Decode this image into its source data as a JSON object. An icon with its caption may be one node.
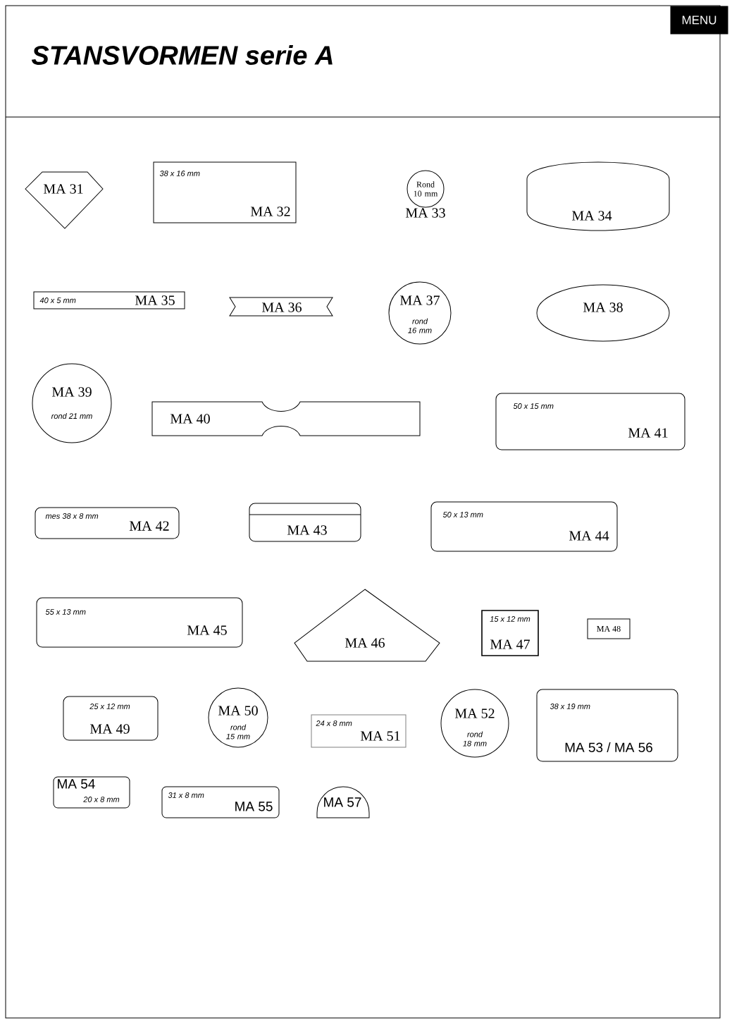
{
  "diagram": {
    "title": "STANSVORMEN serie A",
    "nodes": [
      {
        "text": [
          "MA 31"
        ]
      },
      {
        "text": [
          "38 x 16 mm",
          "MA 32"
        ]
      },
      {
        "text": [
          "Rond 10 mm",
          "MA 33"
        ]
      },
      {
        "text": [
          "MA 34"
        ]
      },
      {
        "text": [
          "40 x 5 mm",
          "MA 35"
        ]
      },
      {
        "text": [
          "MA 36"
        ]
      },
      {
        "text": [
          "MA 37",
          "rond 16 mm"
        ]
      },
      {
        "text": [
          "MA 38"
        ]
      },
      {
        "text": [
          "MA 39",
          "rond 21 mm"
        ]
      },
      {
        "text": [
          "MA 40"
        ]
      },
      {
        "text": [
          "50 x 15 mm",
          "MA 41"
        ]
      },
      {
        "text": [
          "mes 38 x 8 mm",
          "MA 42"
        ]
      },
      {
        "text": [
          "MA 43"
        ]
      },
      {
        "text": [
          "50 x 13 mm",
          "MA 44"
        ]
      },
      {
        "text": [
          "55 x 13 mm",
          "MA 45"
        ]
      },
      {
        "text": [
          "MA 46"
        ]
      },
      {
        "text": [
          "15 x 12 mm",
          "MA 47"
        ]
      },
      {
        "text": [
          "MA 48"
        ]
      },
      {
        "text": [
          "25 x 12 mm",
          "MA 49"
        ]
      },
      {
        "text": [
          "MA 50",
          "rond 15 mm"
        ]
      },
      {
        "text": [
          "24 x 8 mm",
          "MA 51"
        ]
      },
      {
        "text": [
          "MA 52",
          "rond 18 mm"
        ]
      },
      {
        "text": [
          "38 x 19 mm",
          "MA 53 / MA 56"
        ]
      },
      {
        "text": [
          "MA 54",
          "20 x 8 mm"
        ]
      },
      {
        "text": [
          "31 x 8 mm",
          "MA 55"
        ]
      },
      {
        "text": [
          "MA 57"
        ]
      }
    ],
    "labels": [
      "MENU"
    ]
  }
}
